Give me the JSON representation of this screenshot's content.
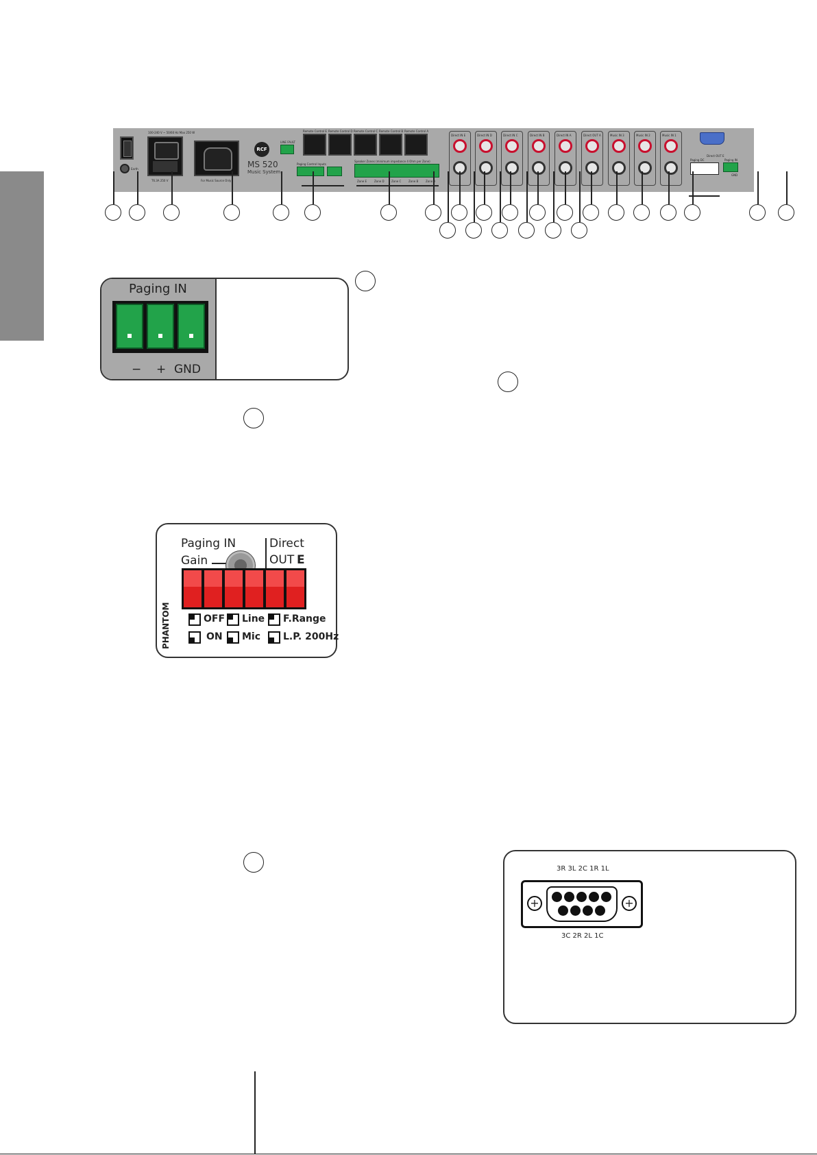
{
  "rear_panel": {
    "mains_rating_top": "100-240 V ~ 50/60 Hz  Max 250 W",
    "mains_rating_bottom": "T6.3A 250 V",
    "earth_label": "Earth",
    "outlet_note": "For Music Source Only",
    "brand_badge": "RCF",
    "model_name": "MS 520",
    "model_subtitle": "Music System",
    "fault_label": "LINE FAULT",
    "remote_controls": [
      "Remote Control E",
      "Remote Control D",
      "Remote Control C",
      "Remote Control B",
      "Remote Control A"
    ],
    "paging_control_inputs_label": "Paging Control Inputs",
    "speaker_zones_label": "Speaker Zones (minimum impedance 4 Ohm per Zone)",
    "zones": [
      "Zone E",
      "Zone D",
      "Zone C",
      "Zone B",
      "Zone A"
    ],
    "direct_in": [
      "Direct IN E",
      "Direct IN D",
      "Direct IN C",
      "Direct IN B",
      "Direct IN A"
    ],
    "direct_out_a": "Direct OUT A",
    "music_in": [
      "Music IN 3",
      "Music IN 2",
      "Music IN 1"
    ],
    "paging_dc_label": "Paging DC",
    "direct_out_e_label": "Direct OUT E",
    "paging_in_label": "Paging IN",
    "gnd_label": "GND"
  },
  "paging_in_panel": {
    "title": "Paging IN",
    "minus": "−",
    "plus": "+",
    "gnd": "GND"
  },
  "dip_panel": {
    "paging_in": "Paging IN",
    "gain": "Gain",
    "direct": "Direct",
    "out_e_prefix": "OUT",
    "out_e_letter": "E",
    "phantom": "PHANTOM",
    "off": "OFF",
    "on": "ON",
    "line": "Line",
    "mic": "Mic",
    "f_range": "F.Range",
    "lp": "L.P. 200Hz"
  },
  "db9": {
    "top_pins": "3R 3L 2C 1R 1L",
    "bottom_pins": "3C 2R 2L 1C"
  },
  "colors": {
    "panel_grey": "#a9a9a9",
    "connector_green": "#22a34a",
    "rca_red": "#c8102e",
    "dip_red": "#e02020",
    "db9_blue": "#4a6fc8"
  }
}
